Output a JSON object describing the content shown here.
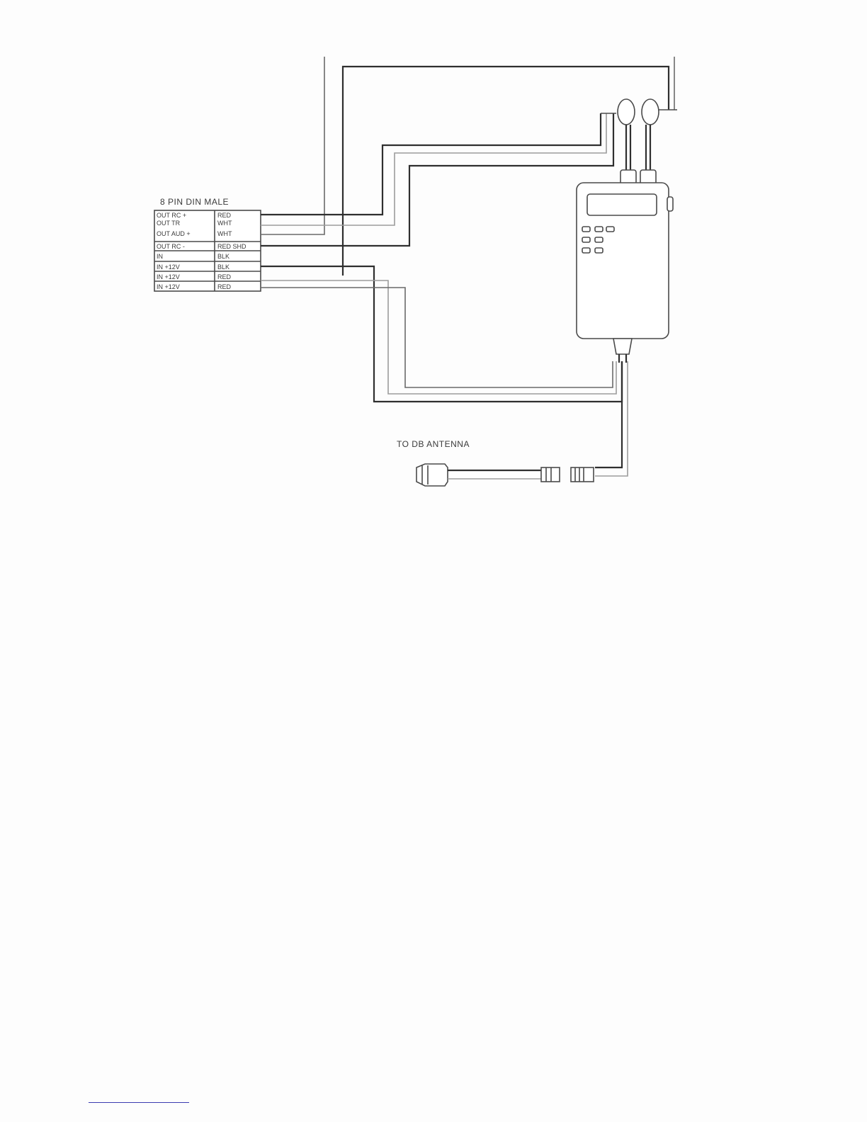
{
  "diagram": {
    "connector_title": "8 PIN DIN MALE",
    "antenna_label": "TO DB ANTENNA",
    "pins": [
      {
        "function": "OUT RC +",
        "color": "RED"
      },
      {
        "function": "OUT TR",
        "color": "WHT"
      },
      {
        "function": "OUT AUD +",
        "color": "WHT"
      },
      {
        "function": "OUT RC -",
        "color": "RED SHD"
      },
      {
        "function": "IN",
        "color": "BLK"
      },
      {
        "function": "IN +12V",
        "color": "BLK"
      },
      {
        "function": "IN +12V",
        "color": "RED"
      },
      {
        "function": "IN +12V",
        "color": "RED"
      }
    ]
  }
}
